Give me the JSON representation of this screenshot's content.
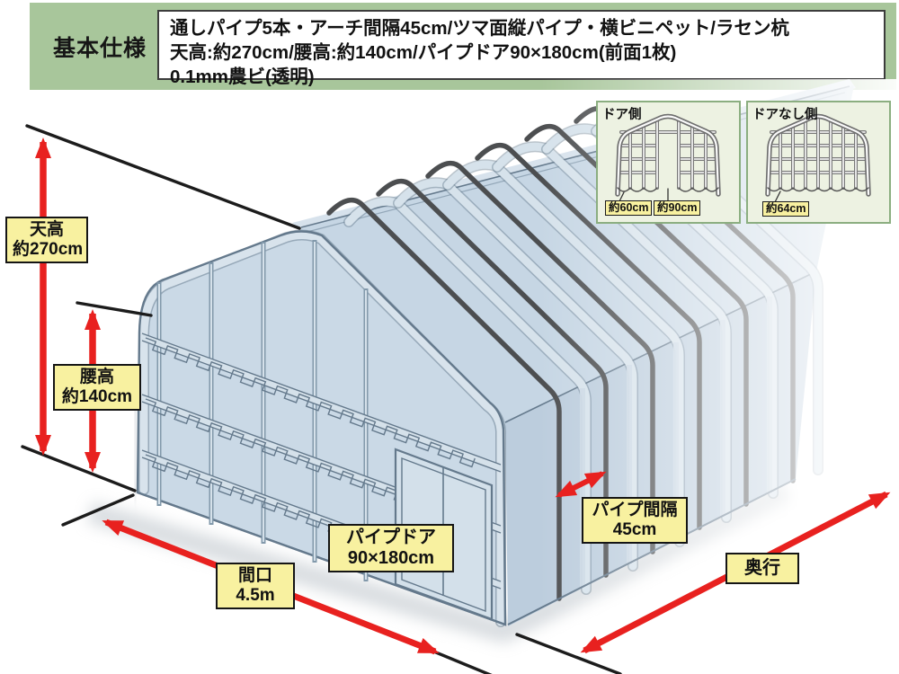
{
  "header": {
    "label": "基本仕様",
    "line1": "通しパイプ5本・アーチ間隔45cm/ツマ面縦パイプ・横ビニペット/ラセン杭",
    "line2": "天高:約270cm/腰高:約140cm/パイプドア90×180cm(前面1枚)",
    "line3": "0.1mm農ビ(透明)"
  },
  "insets": {
    "door_side": {
      "title": "ドア側",
      "labels": [
        "約60cm",
        "約90cm"
      ]
    },
    "no_door_side": {
      "title": "ドアなし側",
      "labels": [
        "約64cm"
      ]
    }
  },
  "dimensions": {
    "tenko": {
      "line1": "天高",
      "line2": "約270cm"
    },
    "koshidaka": {
      "line1": "腰高",
      "line2": "約140cm"
    },
    "maguchi": {
      "line1": "間口",
      "line2": "4.5m"
    },
    "pipe_door": {
      "line1": "パイプドア",
      "line2": "90×180cm"
    },
    "pipe_interval": {
      "line1": "パイプ間隔",
      "line2": "45cm"
    },
    "okuyuki": "奥行"
  },
  "colors": {
    "header_green": "#a8c69b",
    "label_yellow": "#f8f1a0",
    "arrow_red": "#e8211f",
    "body_blue": "#c7d7e4",
    "pipe_dark": "#4c4e50",
    "outline_slate": "#64798c",
    "inset_bg": "#edf2e2",
    "inset_border": "#8bae80"
  }
}
